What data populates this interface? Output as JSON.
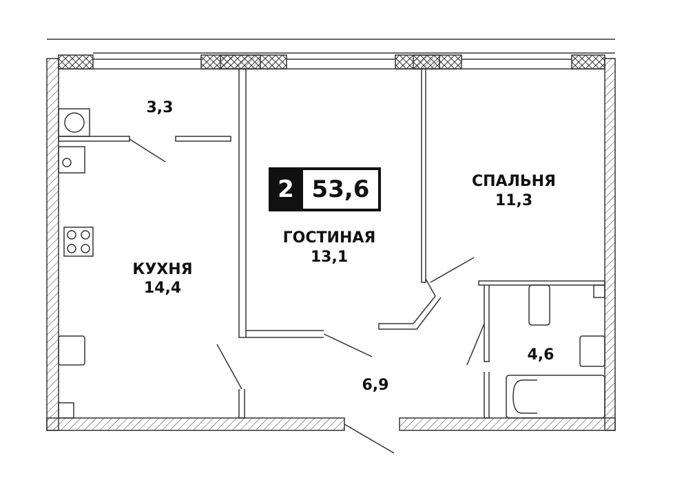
{
  "apartment": {
    "rooms_count": "2",
    "total_area": "53,6"
  },
  "rooms": [
    {
      "name": "",
      "area": "3,3"
    },
    {
      "name": "КУХНЯ",
      "area": "14,4"
    },
    {
      "name": "ГОСТИНАЯ",
      "area": "13,1"
    },
    {
      "name": "СПАЛЬНЯ",
      "area": "11,3"
    },
    {
      "name": "",
      "area": "4,6"
    },
    {
      "name": "",
      "area": "6,9"
    }
  ]
}
